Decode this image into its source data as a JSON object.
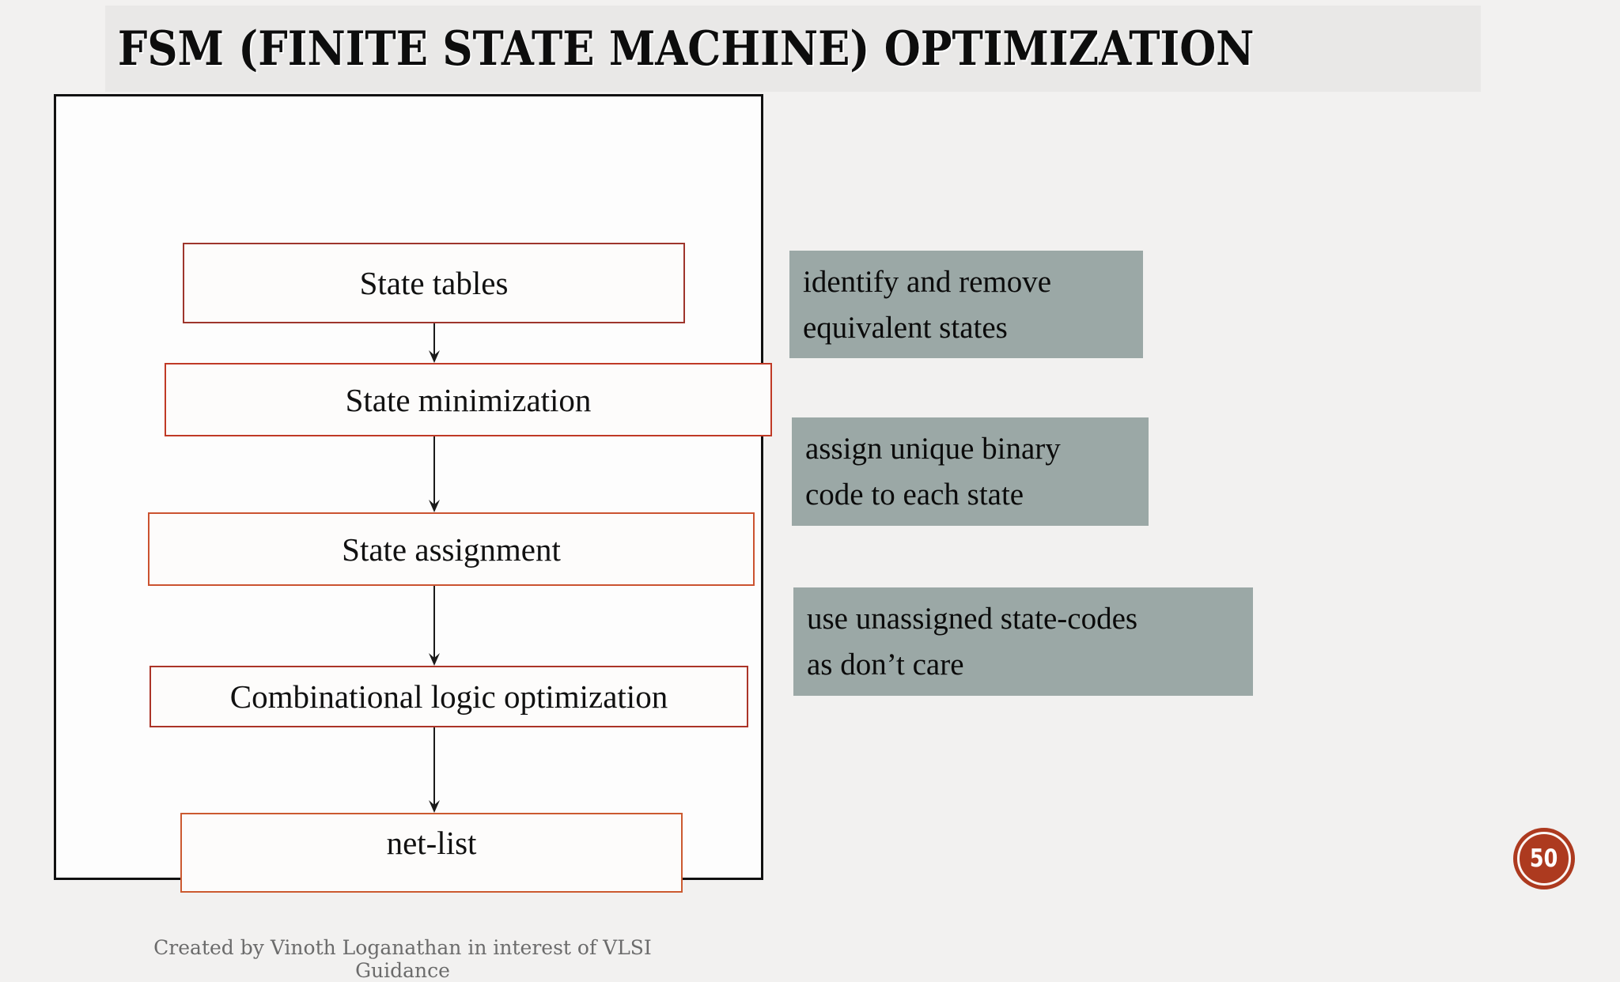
{
  "slide": {
    "title": "FSM (FINITE STATE MACHINE) OPTIMIZATION",
    "footer_credit": "Created by Vinoth Loganathan in interest of VLSI Guidance",
    "page_number": "50"
  },
  "flowchart": {
    "boxes": [
      {
        "label": "State tables",
        "border_color": "#9e352c"
      },
      {
        "label": "State minimization",
        "border_color": "#c03a26"
      },
      {
        "label": "State assignment",
        "border_color": "#cb5330"
      },
      {
        "label": "Combinational logic optimization",
        "border_color": "#ab3428"
      },
      {
        "label": "net-list",
        "border_color": "#cc5a30"
      }
    ]
  },
  "annotations": [
    {
      "lines": [
        "identify and remove",
        "equivalent states"
      ]
    },
    {
      "lines": [
        "assign unique binary",
        "code to each state"
      ]
    },
    {
      "lines": [
        "use unassigned state-codes",
        "as don’t care"
      ]
    }
  ],
  "colors": {
    "page_bg": "#f2f1f0",
    "banner_bg": "#e9e8e7",
    "panel_bg": "#fdfdfd",
    "panel_border": "#111111",
    "box_fill": "#fdfcfb",
    "annotation_bg": "#9ba8a6",
    "badge_bg": "#ad3a1f",
    "arrow": "#1a1a1a",
    "footer_text": "#6b6b6b",
    "title_text": "#0d0d0d"
  }
}
